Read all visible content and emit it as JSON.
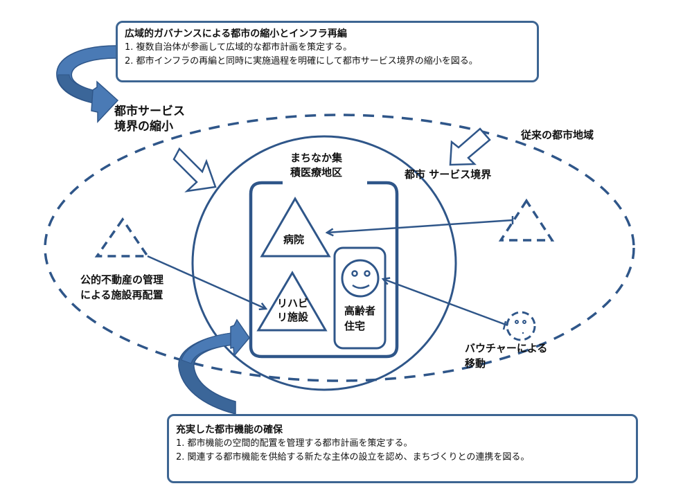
{
  "top_box": {
    "title": "広域的ガバナンスによる都市の縮小とインフラ再編",
    "items": [
      "1. 複数自治体が参画して広域的な都市計画を策定する。",
      "2. 都市インフラの再編と同時に実施過程を明確にして都市サービス境界の縮小を図る。"
    ]
  },
  "bottom_box": {
    "title": "充実した都市機能の確保",
    "items": [
      "1. 都市機能の空間的配置を管理する都市計画を策定する。",
      "2. 関連する都市機能を供給する新たな主体の設立を認め、まちづくりとの連携を図る。"
    ]
  },
  "labels": {
    "service_shrink": [
      "都市サービス",
      "境界の縮小"
    ],
    "conventional_area": "従来の都市地域",
    "service_boundary": "都市 サービス境界",
    "medical_district": [
      "まちなか集",
      "積医療地区"
    ],
    "hospital": "病院",
    "rehab": [
      "リハビ",
      "リ施設"
    ],
    "elderly_housing": [
      "高齢者",
      "住宅"
    ],
    "public_realestate": [
      "公的不動産の管理",
      "による施設再配置"
    ],
    "voucher": [
      "バウチャーによる",
      "移動"
    ]
  },
  "icons": {
    "curved_arrow": "curved-arrow",
    "hollow_arrow": "hollow-block-arrow",
    "face": "smiley-face"
  },
  "colors": {
    "line": "#2f5689",
    "arrow_fill": "#4a7ab5",
    "arrow_dark": "#3b6699",
    "box_border": "#3d6592"
  }
}
